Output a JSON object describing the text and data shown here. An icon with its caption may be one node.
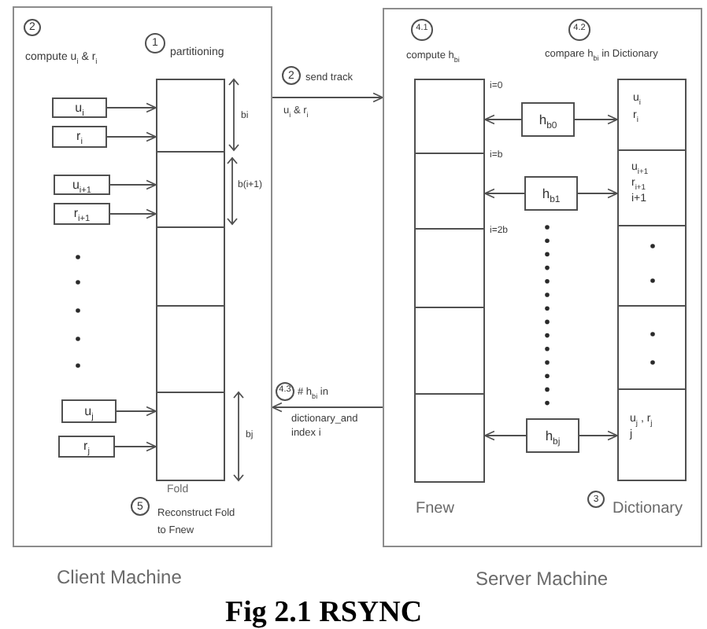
{
  "diagram": {
    "caption": "Fig 2.1 RSYNC",
    "nodes": [
      {
        "text": [
          "Client Machine"
        ]
      },
      {
        "text": [
          "2"
        ],
        "in": 0,
        "beside": [
          "compute u$_{i}$ & r$_{i}$"
        ]
      },
      {
        "text": [
          "1"
        ],
        "in": 0,
        "beside": [
          "partitioning"
        ]
      },
      {
        "text": [
          "u$_{i}$"
        ],
        "in": 0
      },
      {
        "text": [
          "r$_{i}$"
        ],
        "in": 0
      },
      {
        "text": [
          "u$_{i+1}$"
        ],
        "in": 0
      },
      {
        "text": [
          "r$_{i+1}$"
        ],
        "in": 0
      },
      {
        "text": [
          "u$_{j}$"
        ],
        "in": 0
      },
      {
        "text": [
          "r$_{j}$"
        ],
        "in": 0
      },
      {
        "text": [
          "Fold"
        ],
        "in": 0
      },
      {
        "text": [],
        "shape": "box",
        "in": 9
      },
      {
        "text": [],
        "shape": "box",
        "in": 9
      },
      {
        "text": [],
        "shape": "box",
        "in": 9
      },
      {
        "text": [],
        "shape": "box",
        "in": 9
      },
      {
        "text": [],
        "shape": "box",
        "in": 9
      },
      {
        "text": [
          "5"
        ],
        "in": 0,
        "beside": [
          "Reconstruct Fold to Fnew"
        ]
      },
      {
        "text": [
          "2"
        ],
        "beside": [
          "send track"
        ]
      },
      {
        "text": [
          "4.3"
        ],
        "beside": [
          "# h$_{bi}$ in"
        ]
      },
      {
        "text": [
          "Server Machine"
        ]
      },
      {
        "text": [
          "4.1"
        ],
        "in": 18,
        "beside": [
          "compute h$_{bi}$"
        ]
      },
      {
        "text": [
          "4.2"
        ],
        "in": 18,
        "beside": [
          "compare h$_{bi}$ in Dictionary"
        ]
      },
      {
        "text": [
          "Fnew"
        ],
        "in": 18
      },
      {
        "text": [],
        "shape": "box",
        "in": 21
      },
      {
        "text": [],
        "shape": "box",
        "in": 21
      },
      {
        "text": [],
        "shape": "box",
        "in": 21
      },
      {
        "text": [],
        "shape": "box",
        "in": 21
      },
      {
        "text": [],
        "shape": "box",
        "in": 21
      },
      {
        "text": [
          "h$_{b0}$"
        ],
        "in": 18
      },
      {
        "text": [
          "h$_{b1}$"
        ],
        "in": 18
      },
      {
        "text": [
          "h$_{bj}$"
        ],
        "in": 18
      },
      {
        "text": [
          "Dictionary"
        ],
        "in": 18
      },
      {
        "text": [
          "u$_{i}$",
          "r$_{i}$"
        ],
        "in": 30
      },
      {
        "text": [
          "u$_{i+1}$",
          "r$_{i+1}$",
          "i+1"
        ],
        "in": 30
      },
      {
        "text": [],
        "shape": "box",
        "in": 30
      },
      {
        "text": [],
        "shape": "box",
        "in": 30
      },
      {
        "text": [
          "u$_{j}$ , r$_{j}$",
          "j"
        ],
        "in": 30
      },
      {
        "text": [
          "3"
        ],
        "in": 18
      }
    ],
    "edges": [
      {
        "from": 3,
        "to": 10,
        "arrow": "to"
      },
      {
        "from": 4,
        "to": 10,
        "arrow": "to"
      },
      {
        "from": 5,
        "to": 11,
        "arrow": "to"
      },
      {
        "from": 6,
        "to": 11,
        "arrow": "to"
      },
      {
        "from": 7,
        "to": 14,
        "arrow": "to"
      },
      {
        "from": 8,
        "to": 14,
        "arrow": "to"
      },
      {
        "from": 0,
        "to": 18,
        "arrow": "to",
        "label": "u$_{i}$ & r$_{i}$"
      },
      {
        "from": 18,
        "to": 0,
        "arrow": "to",
        "label": "dictionary_and index i"
      },
      {
        "from": 27,
        "to": 22,
        "arrow": "to"
      },
      {
        "from": 27,
        "to": 31,
        "arrow": "to"
      },
      {
        "from": 28,
        "to": 23,
        "arrow": "to"
      },
      {
        "from": 28,
        "to": 32,
        "arrow": "to"
      },
      {
        "from": 29,
        "to": 26,
        "arrow": "to"
      },
      {
        "from": 29,
        "to": 35,
        "arrow": "to"
      }
    ],
    "labels": [
      "bi",
      "b(i+1)",
      "bj",
      "i=0",
      "i=b",
      "i=2b"
    ]
  }
}
